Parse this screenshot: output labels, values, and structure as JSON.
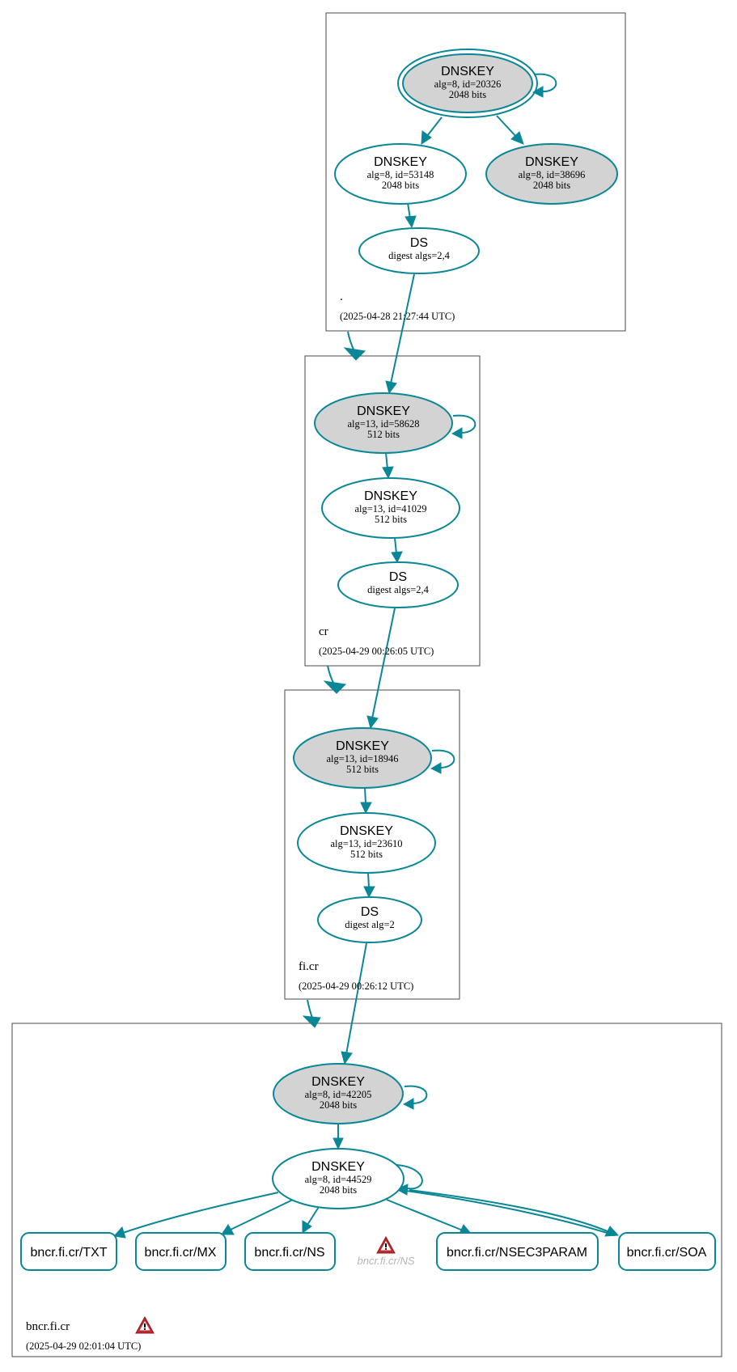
{
  "colors": {
    "edge": "#0a8796",
    "node_fill_sep": "#d3d3d3",
    "node_fill_plain": "#ffffff",
    "warning": "#c0282c"
  },
  "zones": [
    {
      "name": ".",
      "timestamp": "(2025-04-28 21:27:44 UTC)"
    },
    {
      "name": "cr",
      "timestamp": "(2025-04-29 00:26:05 UTC)"
    },
    {
      "name": "fi.cr",
      "timestamp": "(2025-04-29 00:26:12 UTC)"
    },
    {
      "name": "bncr.fi.cr",
      "timestamp": "(2025-04-29 02:01:04 UTC)"
    }
  ],
  "nodes": {
    "root_ksk": {
      "title": "DNSKEY",
      "line1": "alg=8, id=20326",
      "line2": "2048 bits"
    },
    "root_zsk1": {
      "title": "DNSKEY",
      "line1": "alg=8, id=53148",
      "line2": "2048 bits"
    },
    "root_zsk2": {
      "title": "DNSKEY",
      "line1": "alg=8, id=38696",
      "line2": "2048 bits"
    },
    "root_ds": {
      "title": "DS",
      "line1": "digest algs=2,4"
    },
    "cr_ksk": {
      "title": "DNSKEY",
      "line1": "alg=13, id=58628",
      "line2": "512 bits"
    },
    "cr_zsk": {
      "title": "DNSKEY",
      "line1": "alg=13, id=41029",
      "line2": "512 bits"
    },
    "cr_ds": {
      "title": "DS",
      "line1": "digest algs=2,4"
    },
    "ficr_ksk": {
      "title": "DNSKEY",
      "line1": "alg=13, id=18946",
      "line2": "512 bits"
    },
    "ficr_zsk": {
      "title": "DNSKEY",
      "line1": "alg=13, id=23610",
      "line2": "512 bits"
    },
    "ficr_ds": {
      "title": "DS",
      "line1": "digest alg=2"
    },
    "bncr_ksk": {
      "title": "DNSKEY",
      "line1": "alg=8, id=42205",
      "line2": "2048 bits"
    },
    "bncr_zsk": {
      "title": "DNSKEY",
      "line1": "alg=8, id=44529",
      "line2": "2048 bits"
    }
  },
  "rrsets": {
    "txt": "bncr.fi.cr/TXT",
    "mx": "bncr.fi.cr/MX",
    "ns": "bncr.fi.cr/NS",
    "ns_error": "bncr.fi.cr/NS",
    "nsec3param": "bncr.fi.cr/NSEC3PARAM",
    "soa": "bncr.fi.cr/SOA"
  }
}
